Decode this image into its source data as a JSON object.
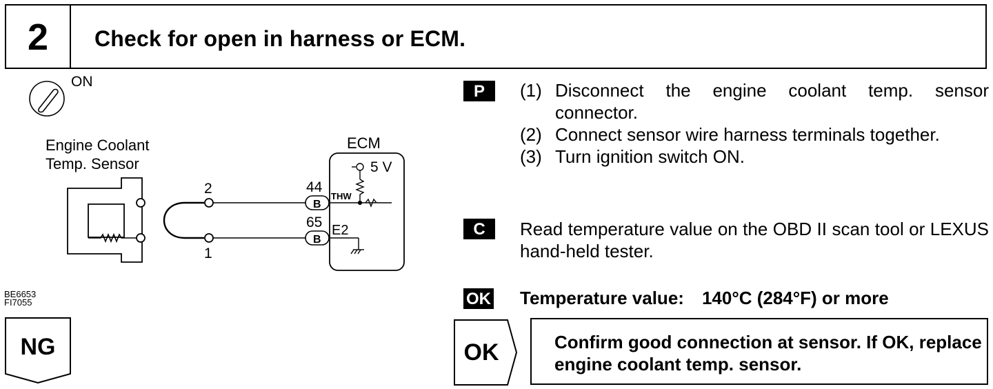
{
  "header": {
    "step_number": "2",
    "title": "Check for open in harness or ECM."
  },
  "diagram": {
    "ignition_label": "ON",
    "sensor_label_line1": "Engine Coolant",
    "sensor_label_line2": "Temp. Sensor",
    "ecm_label": "ECM",
    "voltage_label": "5 V",
    "pin_top_number": "2",
    "pin_bottom_number": "1",
    "terminal_top_number": "44",
    "terminal_bottom_number": "65",
    "connector_letter_top": "B",
    "connector_letter_bottom": "B",
    "signal_top": "THW",
    "signal_bottom": "E2",
    "figure_code_1": "BE6653",
    "figure_code_2": "FI7055"
  },
  "ng_label": "NG",
  "procedure": {
    "badge": "P",
    "steps": [
      {
        "num": "(1)",
        "text": "Disconnect the engine coolant temp. sensor connector."
      },
      {
        "num": "(2)",
        "text": "Connect sensor wire harness terminals together."
      },
      {
        "num": "(3)",
        "text": "Turn ignition switch ON."
      }
    ]
  },
  "check": {
    "badge": "C",
    "text": "Read temperature value on the OBD II scan tool or LEXUS hand-held tester."
  },
  "spec": {
    "badge": "OK",
    "label": "Temperature value:",
    "value": "140°C (284°F) or more"
  },
  "ok_label": "OK",
  "ok_result": "Confirm good connection at sensor. If OK, replace engine coolant temp. sensor."
}
